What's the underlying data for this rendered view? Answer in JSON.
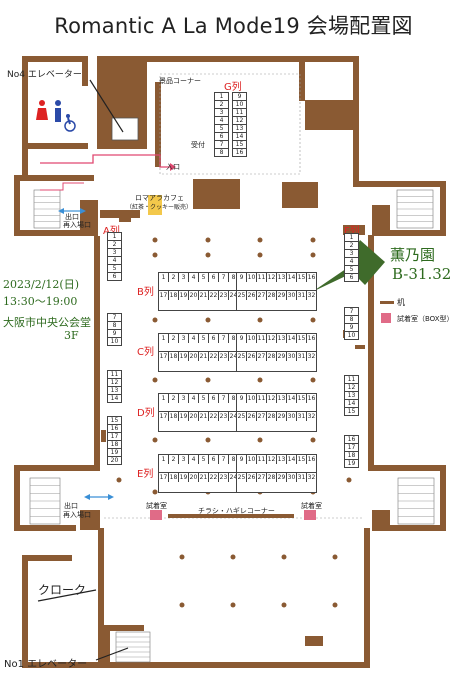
{
  "title": "Romantic A La Mode19 会場配置図",
  "labels": {
    "no4_elevator": "No4 エレベーター",
    "no1_elevator": "No1 エレベーター",
    "goods_corner": "景品コーナー",
    "reception": "受付",
    "entrance": "入口",
    "cafe": "ロマアラカフェ",
    "cafe_sub": "（紅茶・クッキー販売）",
    "exit_top": "出口",
    "reentry_top": "再入場口",
    "exit_bottom": "出口",
    "reentry_bottom": "再入場口",
    "cloak": "クローク",
    "flyer_corner": "チラシ・ハギレコーナー",
    "fitting_room_left": "試着室",
    "fitting_room_right": "試着室"
  },
  "rows": {
    "A": "A列",
    "B": "B列",
    "C": "C列",
    "D": "D列",
    "E": "E列",
    "F": "F列",
    "G": "G列"
  },
  "event": {
    "date": "2023/2/12(日)",
    "time": "13:30〜19:00",
    "venue": "大阪市中央公会堂",
    "floor": "3F"
  },
  "highlight": {
    "name": "薫乃園",
    "booth": "B-31.32"
  },
  "legend": {
    "desk": "机",
    "fitting": "試着室（BOX型）"
  },
  "booths": {
    "row_left_top": [
      "1",
      "2",
      "3",
      "4",
      "5",
      "6",
      "7",
      "8"
    ],
    "row_left_bottom": [
      "17",
      "18",
      "19",
      "20",
      "21",
      "22",
      "23",
      "24"
    ],
    "row_right_top": [
      "9",
      "10",
      "11",
      "12",
      "13",
      "14",
      "15",
      "16"
    ],
    "row_right_bottom": [
      "25",
      "26",
      "27",
      "28",
      "29",
      "30",
      "31",
      "32"
    ],
    "g_left": [
      "1",
      "2",
      "3",
      "4",
      "5",
      "6",
      "7",
      "8"
    ],
    "g_right": [
      "9",
      "10",
      "11",
      "12",
      "13",
      "14",
      "15",
      "16"
    ],
    "a_col": [
      "1",
      "2",
      "3",
      "4",
      "5",
      "6",
      "7",
      "8",
      "9",
      "10",
      "11",
      "12",
      "13",
      "14",
      "15",
      "16",
      "17",
      "18",
      "19",
      "20"
    ],
    "f_col": [
      "1",
      "2",
      "3",
      "4",
      "5",
      "6",
      "7",
      "8",
      "9",
      "10",
      "11",
      "12",
      "13",
      "14",
      "15",
      "16",
      "17",
      "18",
      "19"
    ]
  },
  "colors": {
    "wall": "#8a5a33",
    "row_label": "#d22222",
    "highlight": "#2d6a1e",
    "fitting": "#e06b87",
    "cafe": "#f3c84b"
  }
}
